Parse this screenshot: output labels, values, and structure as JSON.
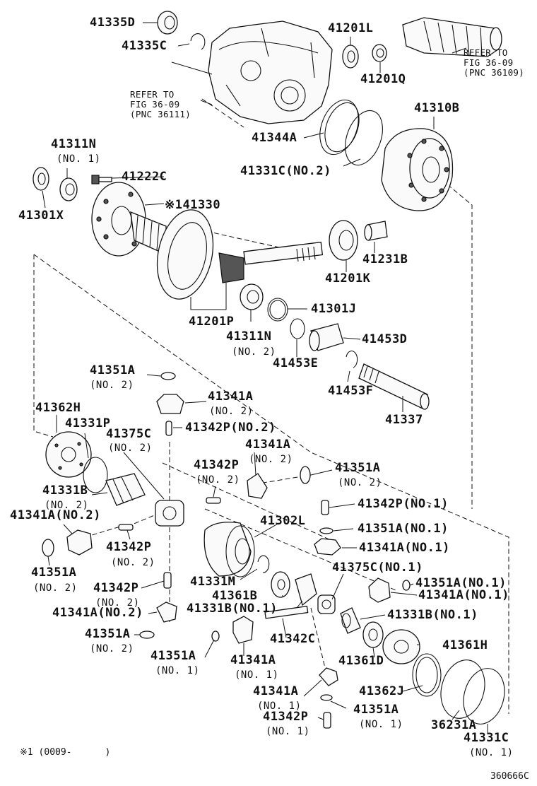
{
  "diagram_id": "360666C",
  "footnote": "※1 (0009-      )",
  "notes": {
    "refer_a": "REFER TO\nFIG 36-09\n(PNC 36111)",
    "refer_b": "REFER TO\nFIG 36-09\n(PNC 36109)"
  },
  "parts": {
    "p41335D": "41335D",
    "p41335C": "41335C",
    "p41201L": "41201L",
    "p41201Q": "41201Q",
    "p41310B": "41310B",
    "p41344A": "41344A",
    "p41331C_2": "41331C(NO.2)",
    "p41311N_top": "41311N",
    "p41311N_top_sub": "(NO. 1)",
    "p41222C": "41222C",
    "p41301X": "41301X",
    "p41330": "※141330",
    "p41231B": "41231B",
    "p41201K": "41201K",
    "p41301J": "41301J",
    "p41201P": "41201P",
    "p41311N_mid": "41311N",
    "p41311N_mid_sub": "(NO. 2)",
    "p41453D": "41453D",
    "p41453E": "41453E",
    "p41453F": "41453F",
    "p41337": "41337",
    "p41351A_a": "41351A",
    "p41351A_a_sub": "(NO. 2)",
    "p41341A_a": "41341A",
    "p41341A_a_sub": "(NO. 2)",
    "p41362H": "41362H",
    "p41331P": "41331P",
    "p41375C_2": "41375C",
    "p41375C_2_sub": "(NO. 2)",
    "p41342P_2a": "41342P(NO.2)",
    "p41341A_b": "41341A",
    "p41341A_b_sub": "(NO. 2)",
    "p41342P_b": "41342P",
    "p41342P_b_sub": "(NO. 2)",
    "p41351A_b": "41351A",
    "p41351A_b_sub": "(NO. 2)",
    "p41331B_2": "41331B",
    "p41331B_2_sub": "(NO. 2)",
    "p41342P_1a": "41342P(NO.1)",
    "p41341A_2c": "41341A(NO.2)",
    "p41302L": "41302L",
    "p41351A_1a": "41351A(NO.1)",
    "p41342P_c": "41342P",
    "p41342P_c_sub": "(NO. 2)",
    "p41341A_1a": "41341A(NO.1)",
    "p41351A_c": "41351A",
    "p41351A_c_sub": "(NO. 2)",
    "p41375C_1": "41375C(NO.1)",
    "p41331M": "41331M",
    "p41351A_1b": "41351A(NO.1)",
    "p41361B": "41361B",
    "p41341A_1b": "41341A(NO.1)",
    "p41342P_d": "41342P",
    "p41342P_d_sub": "(NO. 2)",
    "p41331B_1a": "41331B(NO.1)",
    "p41331B_1b": "41331B(NO.1)",
    "p41341A_2d": "41341A(NO.2)",
    "p41351A_d": "41351A",
    "p41351A_d_sub": "(NO. 2)",
    "p41342C": "41342C",
    "p41361H": "41361H",
    "p41351A_e": "41351A",
    "p41351A_e_sub": "(NO. 1)",
    "p41341A_c": "41341A",
    "p41341A_c_sub": "(NO. 1)",
    "p41361D": "41361D",
    "p41341A_d": "41341A",
    "p41341A_d_sub": "(NO. 1)",
    "p41362J": "41362J",
    "p41342P_e": "41342P",
    "p41342P_e_sub": "(NO. 1)",
    "p41351A_f": "41351A",
    "p41351A_f_sub": "(NO. 1)",
    "p36231A": "36231A",
    "p41331C_1": "41331C",
    "p41331C_1_sub": "(NO. 1)"
  }
}
